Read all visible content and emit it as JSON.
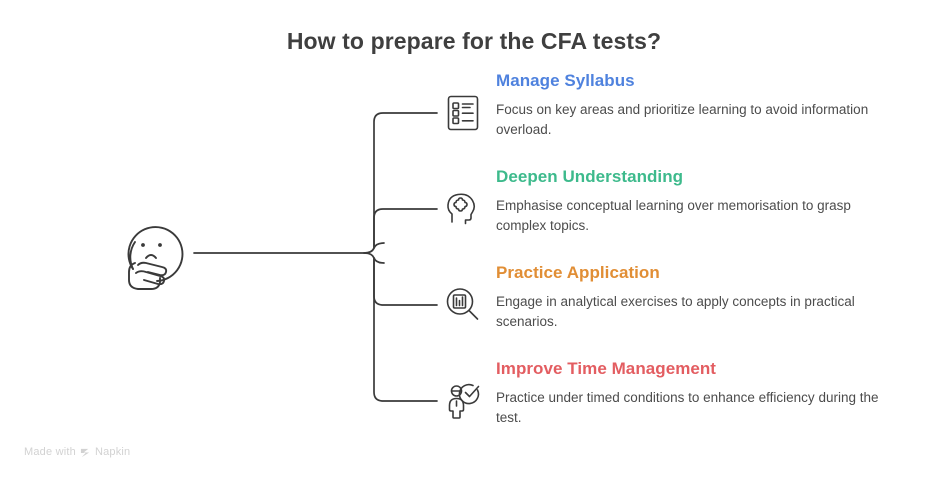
{
  "title": "How to prepare for the CFA tests?",
  "central": {
    "icon": "thinking-face-icon"
  },
  "branches": [
    {
      "heading": "Manage Syllabus",
      "description": "Focus on key areas and prioritize learning to avoid information overload.",
      "color": "#4f82de",
      "icon": "checklist-icon"
    },
    {
      "heading": "Deepen Understanding",
      "description": "Emphasise conceptual learning over memorisation to grasp complex topics.",
      "color": "#3dba8c",
      "icon": "head-puzzle-icon"
    },
    {
      "heading": "Practice Application",
      "description": "Engage in analytical exercises to apply concepts in practical scenarios.",
      "color": "#e18e35",
      "icon": "magnifier-chart-icon"
    },
    {
      "heading": "Improve Time Management",
      "description": "Practice under timed conditions to enhance efficiency during the test.",
      "color": "#e35d61",
      "icon": "person-check-icon"
    }
  ],
  "footer": {
    "text_before": "Made with",
    "brand": "Napkin",
    "icon": "napkin-logo-icon"
  },
  "colors": {
    "background": "#ffffff",
    "title": "#3f3f3f",
    "body_text": "#4c4c4c",
    "connector": "#3a3a3a",
    "watermark": "#d2d2d2"
  }
}
